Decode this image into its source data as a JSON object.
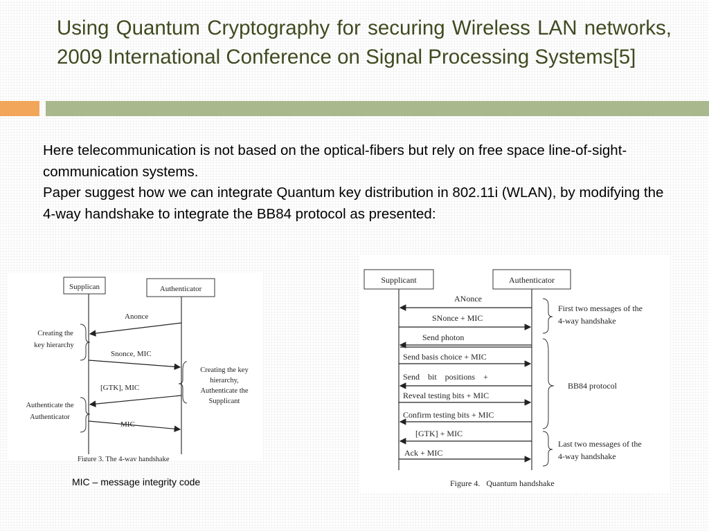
{
  "slide": {
    "title": "Using Quantum Cryptography for securing Wireless LAN networks, 2009 International Conference on Signal Processing Systems[5]",
    "paragraphs": [
      "Here telecommunication is not based on the optical-fibers but rely on free space line-of-sight-communication systems.",
      "Paper suggest how we can integrate Quantum key distribution in 802.11i (WLAN), by modifying the 4-way handshake to integrate the BB84 protocol as presented:"
    ],
    "footnote": "MIC – message integrity code",
    "colors": {
      "title": "#3f4a20",
      "accent_bar": "#f2a65a",
      "main_bar": "#a9b88d"
    }
  },
  "figure1": {
    "left_entity": "Supplican",
    "right_entity": "Authenticator",
    "messages": [
      "Anonce",
      "Snonce, MIC",
      "[GTK], MIC",
      "MIC"
    ],
    "left_notes": [
      [
        "Creating the",
        "key hierarchy"
      ],
      [
        "Authenticate the",
        "Authenticator"
      ]
    ],
    "right_note": [
      "Creating the key",
      "hierarchy,",
      "Authenticate the",
      "Supplicant"
    ],
    "caption": "Figure 3.   The 4-way handshake"
  },
  "figure2": {
    "left_entity": "Supplicant",
    "right_entity": "Authenticator",
    "messages": [
      "ANonce",
      "SNonce + MIC",
      "Send photon",
      "Send basis choice + MIC",
      "Send    bit    positions    +",
      "Reveal testing bits + MIC",
      "Confirm testing bits + MIC",
      "[GTK] + MIC",
      "Ack + MIC"
    ],
    "group_notes": [
      [
        "First two messages of the",
        "4-way handshake"
      ],
      [
        "BB84 protocol"
      ],
      [
        "Last two messages of the",
        "4-way handshake"
      ]
    ],
    "caption": "Figure 4.   Quantum handshake"
  }
}
